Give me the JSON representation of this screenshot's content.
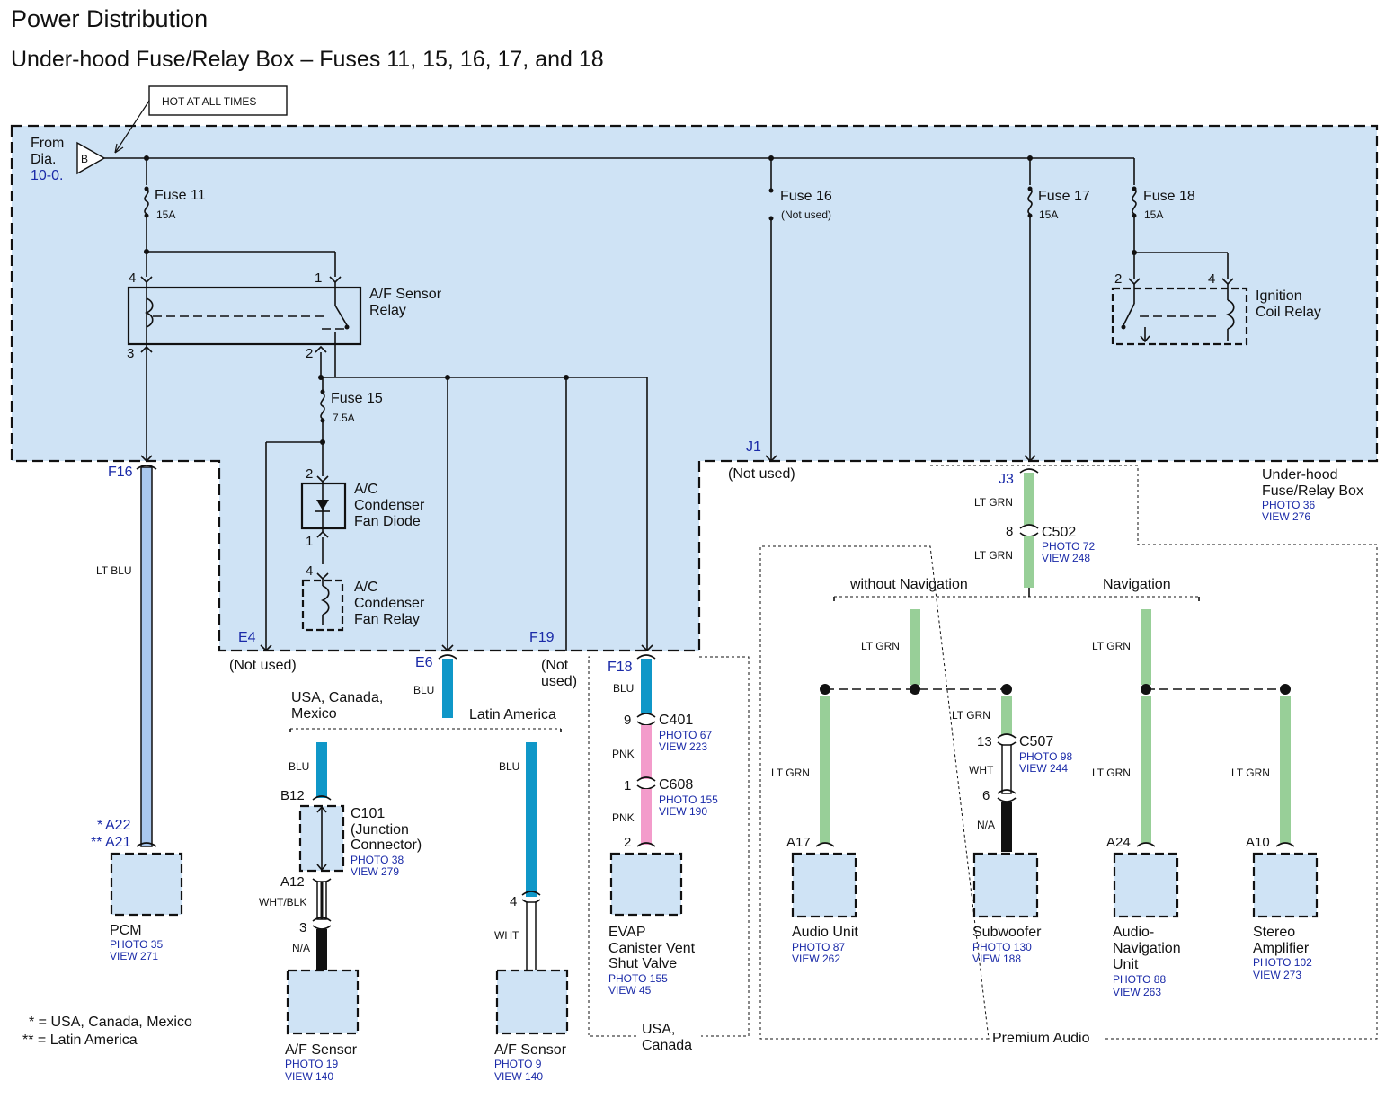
{
  "header": {
    "title": "Power Distribution",
    "subtitle": "Under-hood Fuse/Relay Box – Fuses 11, 15, 16, 17, and 18"
  },
  "callout": {
    "hot": "HOT AT ALL TIMES"
  },
  "source": {
    "from_line1": "From",
    "from_line2": "Dia.",
    "ref": "10-0.",
    "terminal": "B"
  },
  "fuses": {
    "f11": {
      "name": "Fuse 11",
      "rating": "15A"
    },
    "f15": {
      "name": "Fuse 15",
      "rating": "7.5A"
    },
    "f16": {
      "name": "Fuse 16",
      "rating": "(Not used)"
    },
    "f17": {
      "name": "Fuse 17",
      "rating": "15A"
    },
    "f18": {
      "name": "Fuse 18",
      "rating": "15A"
    }
  },
  "relays": {
    "af": {
      "line1": "A/F Sensor",
      "line2": "Relay",
      "pin_a": "4",
      "pin_b": "1",
      "pin_c": "3",
      "pin_d": "2"
    },
    "ign": {
      "line1": "Ignition",
      "line2": "Coil Relay",
      "pin_a": "2",
      "pin_b": "4"
    },
    "fan_diode": {
      "line1": "A/C",
      "line2": "Condenser",
      "line3": "Fan Diode",
      "pin_top": "2",
      "pin_bot": "1"
    },
    "fan_relay": {
      "line1": "A/C",
      "line2": "Condenser",
      "line3": "Fan Relay",
      "pin_top": "4"
    }
  },
  "box": {
    "line1": "Under-hood",
    "line2": "Fuse/Relay Box",
    "photo": "PHOTO 36",
    "view": "VIEW 276"
  },
  "terminals": {
    "f16": "F16",
    "e4": "E4",
    "e6": "E6",
    "f19": "F19",
    "f18": "F18",
    "j1": "J1",
    "j3": "J3",
    "not_used": "(Not used)",
    "not_line1": "(Not",
    "not_line2": "used)"
  },
  "wires": {
    "lt_blu": "LT BLU",
    "blu": "BLU",
    "pnk": "PNK",
    "wht": "WHT",
    "wht_blk": "WHT/BLK",
    "na": "N/A",
    "lt_grn": "LT GRN"
  },
  "regions": {
    "usa_canada_mexico_1": "USA, Canada,",
    "usa_canada_mexico_2": "Mexico",
    "latin_america": "Latin America",
    "usa_canada_1": "USA,",
    "usa_canada_2": "Canada",
    "without_nav": "without Navigation",
    "navigation": "Navigation",
    "premium_audio": "Premium Audio"
  },
  "connectors": {
    "c101": {
      "name": "C101",
      "desc1": "(Junction",
      "desc2": "Connector)",
      "photo": "PHOTO 38",
      "view": "VIEW 279",
      "pin_in": "B12",
      "pin_out": "A12"
    },
    "c401": {
      "name": "C401",
      "photo": "PHOTO 67",
      "view": "VIEW 223",
      "pin": "9"
    },
    "c608": {
      "name": "C608",
      "photo": "PHOTO 155",
      "view": "VIEW 190",
      "pin": "1"
    },
    "c502": {
      "name": "C502",
      "photo": "PHOTO 72",
      "view": "VIEW 248",
      "pin": "8"
    },
    "c507": {
      "name": "C507",
      "photo": "PHOTO 98",
      "view": "VIEW 244",
      "pin": "13"
    }
  },
  "components": {
    "pcm": {
      "name": "PCM",
      "photo": "PHOTO 35",
      "view": "VIEW 271",
      "pin1": "A22",
      "pin2": "A21",
      "mark1": "*",
      "mark2": "**"
    },
    "af1": {
      "name": "A/F Sensor",
      "photo": "PHOTO 19",
      "view": "VIEW 140",
      "pin": "3"
    },
    "af2": {
      "name": "A/F Sensor",
      "photo": "PHOTO 9",
      "view": "VIEW 140",
      "pin": "4"
    },
    "evap": {
      "line1": "EVAP",
      "line2": "Canister Vent",
      "line3": "Shut Valve",
      "photo": "PHOTO 155",
      "view": "VIEW 45",
      "pin": "2"
    },
    "audio": {
      "name": "Audio Unit",
      "photo": "PHOTO 87",
      "view": "VIEW 262",
      "pin": "A17"
    },
    "sub": {
      "name": "Subwoofer",
      "photo": "PHOTO 130",
      "view": "VIEW 188",
      "pin": "6"
    },
    "anav": {
      "line1": "Audio-",
      "line2": "Navigation",
      "line3": "Unit",
      "photo": "PHOTO 88",
      "view": "VIEW 263",
      "pin": "A24"
    },
    "amp": {
      "line1": "Stereo",
      "line2": "Amplifier",
      "photo": "PHOTO 102",
      "view": "VIEW 273",
      "pin": "A10"
    }
  },
  "footnotes": {
    "n1": "* = USA, Canada, Mexico",
    "n2": "** = Latin America"
  },
  "colors": {
    "box_fill": "#cfe3f5",
    "lt_blu": "#a9c8ef",
    "blu": "#0f97c8",
    "pnk": "#f39ccb",
    "lt_grn": "#98cf98"
  }
}
